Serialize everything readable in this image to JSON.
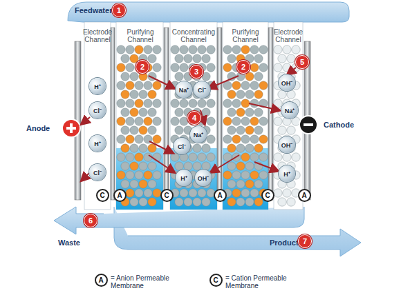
{
  "diagram": {
    "nodes": [
      {
        "text": [
          "H⁺"
        ]
      },
      {
        "text": [
          "Cl⁻"
        ]
      },
      {
        "text": [
          "H⁺"
        ]
      },
      {
        "text": [
          "Cl⁻"
        ]
      },
      {
        "text": [
          "Na⁺"
        ]
      },
      {
        "text": [
          "Cl⁻"
        ]
      },
      {
        "text": [
          "Na⁺"
        ]
      },
      {
        "text": [
          "Cl⁻"
        ]
      },
      {
        "text": [
          "H⁺"
        ]
      },
      {
        "text": [
          "OH⁻"
        ]
      },
      {
        "text": [
          "OH⁻"
        ]
      },
      {
        "text": [
          "Na⁺"
        ]
      },
      {
        "text": [
          "OH⁻"
        ]
      },
      {
        "text": [
          "H⁺"
        ]
      }
    ],
    "labels": [
      "Feedwater",
      "1",
      "Electrode Channel",
      "Purifying Channel",
      "Concentrating Channel",
      "Purifying Channel",
      "Electrode Channel",
      "2",
      "3",
      "2",
      "5",
      "4",
      "Anode",
      "Cathode",
      "C",
      "A",
      "C",
      "A",
      "C",
      "A",
      "Waste",
      "6",
      "Product",
      "7",
      "A",
      "C"
    ],
    "legend": [
      {
        "text": "= Anion Permeable Membrane"
      },
      {
        "text": "= Cation Permeable Membrane"
      }
    ]
  }
}
